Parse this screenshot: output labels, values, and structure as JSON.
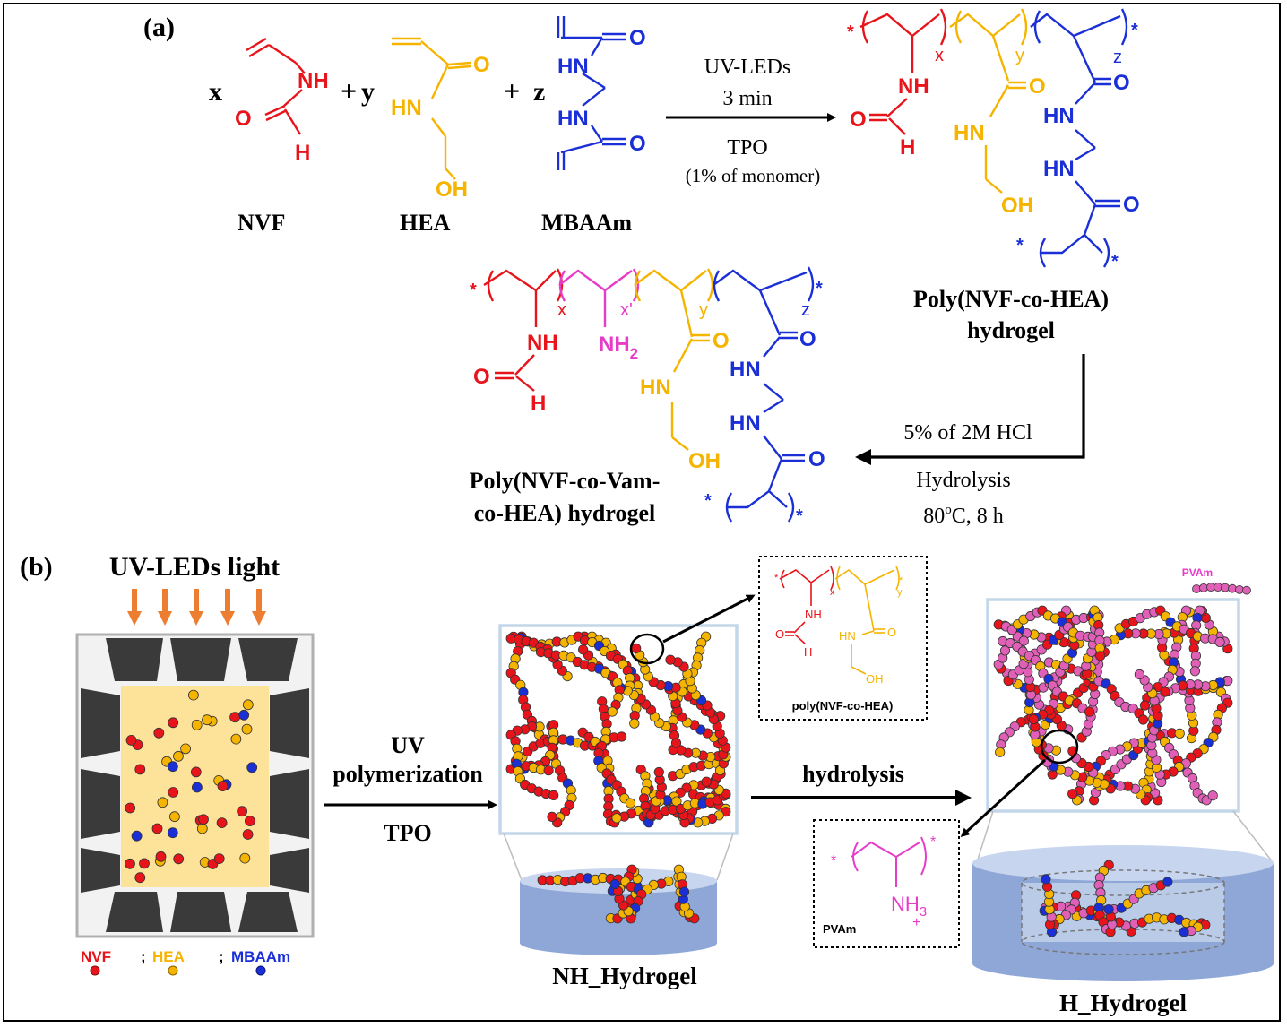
{
  "colors": {
    "nvf": "#e8141b",
    "hea": "#f5b400",
    "mbaam": "#1a2fd6",
    "pvam": "#e63cc8",
    "pvam_bead": "#e060b8",
    "arrow_orange": "#ed7d31",
    "frame": "#c3d7e8"
  },
  "panel_a": {
    "label": "(a)",
    "coeff_x": "x",
    "plus1": "+",
    "coeff_y": "y",
    "plus2": "+",
    "coeff_z": "z",
    "monomer_names": [
      "NVF",
      "HEA",
      "MBAAm"
    ],
    "atoms": {
      "nh": "NH",
      "o": "O",
      "h": "H",
      "hn": "HN",
      "oh": "OH",
      "nh2": "NH",
      "nh2_sub": "2",
      "star": "*"
    },
    "reaction1": {
      "top1": "UV-LEDs",
      "top2": "3 min",
      "bottom1": "TPO",
      "bottom2": "(1% of monomer)"
    },
    "product1": [
      "Poly(NVF-co-HEA)",
      "hydrogel"
    ],
    "reaction2": {
      "top": "5% of 2M HCl",
      "bottom1": "Hydrolysis",
      "bottom2_main": "80",
      "bottom2_sup": "o",
      "bottom2_rest": "C, 8 h"
    },
    "product2": [
      "Poly(NVF-co-Vam-",
      "co-HEA) hydrogel"
    ],
    "subscripts": {
      "x": "x",
      "xp": "x'",
      "y": "y",
      "z": "z"
    }
  },
  "panel_b": {
    "label": "(b)",
    "light_label": "UV-LEDs light",
    "legend": {
      "nvf": "NVF",
      "sep1": ";",
      "hea": "HEA",
      "sep2": ";",
      "mbaam": "MBAAm"
    },
    "step1": {
      "top1": "UV",
      "top2": "polymerization",
      "bottom": "TPO"
    },
    "step2": {
      "top": "hydrolysis"
    },
    "inset1_caption": "poly(NVF-co-HEA)",
    "inset2": {
      "caption": "PVAm",
      "nh3": "NH",
      "nh3_sub": "3",
      "plus": "+",
      "star": "*"
    },
    "pvam_legend": "PVAm",
    "hydrogel_labels": [
      "NH_Hydrogel",
      "H_Hydrogel"
    ]
  }
}
